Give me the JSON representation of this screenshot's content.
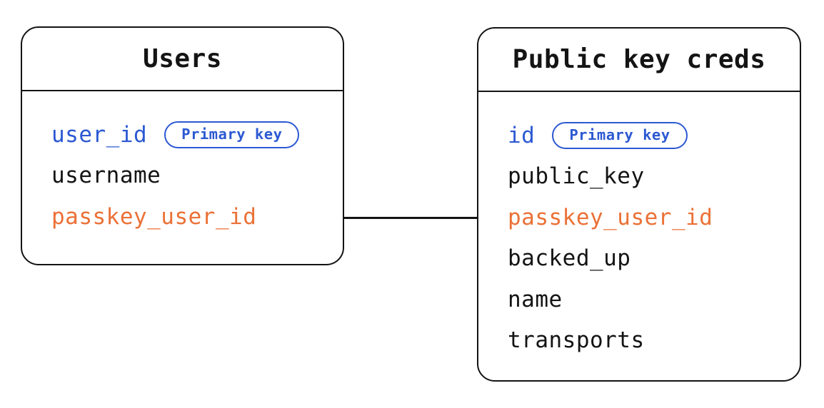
{
  "colors": {
    "blue": "#2c59d2",
    "orange": "#eb7137",
    "ink": "#141414",
    "background": "#ffffff"
  },
  "tables": [
    {
      "title": "Users",
      "rows": [
        {
          "name": "user_id",
          "color": "blue",
          "badge": "Primary key"
        },
        {
          "name": "username",
          "color": "ink"
        },
        {
          "name": "passkey_user_id",
          "color": "orange"
        }
      ]
    },
    {
      "title": "Public key creds",
      "rows": [
        {
          "name": "id",
          "color": "blue",
          "badge": "Primary key"
        },
        {
          "name": "public_key",
          "color": "ink"
        },
        {
          "name": "passkey_user_id",
          "color": "orange"
        },
        {
          "name": "backed_up",
          "color": "ink"
        },
        {
          "name": "name",
          "color": "ink"
        },
        {
          "name": "transports",
          "color": "ink"
        }
      ]
    }
  ],
  "relationship": {
    "from_field": "passkey_user_id",
    "from_table": "Users",
    "to_field": "passkey_user_id",
    "to_table": "Public key creds"
  }
}
